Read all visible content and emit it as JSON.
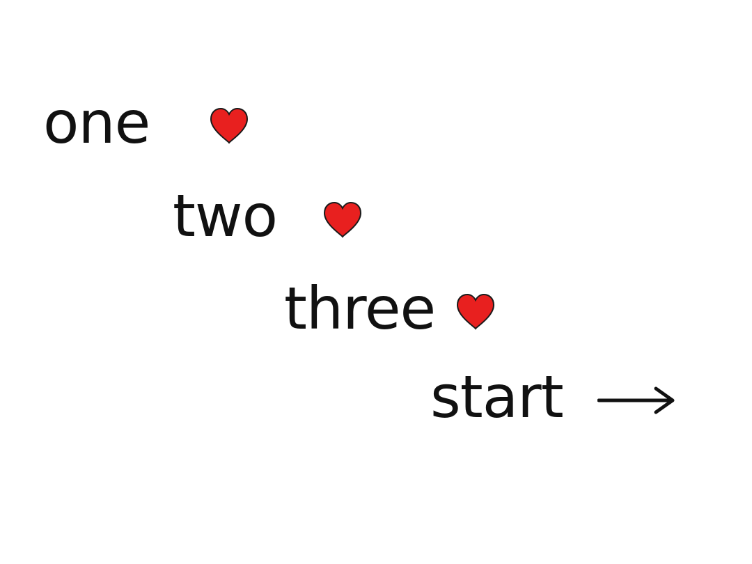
{
  "sequence": [
    {
      "label": "one",
      "icon": "heart-icon"
    },
    {
      "label": "two",
      "icon": "heart-icon"
    },
    {
      "label": "three",
      "icon": "heart-icon"
    }
  ],
  "start": {
    "label": "start",
    "icon": "right-arrow-icon"
  },
  "colors": {
    "heart_fill": "#e8201f",
    "heart_outline": "#1a1a1a",
    "text": "#111111",
    "background": "#ffffff"
  }
}
